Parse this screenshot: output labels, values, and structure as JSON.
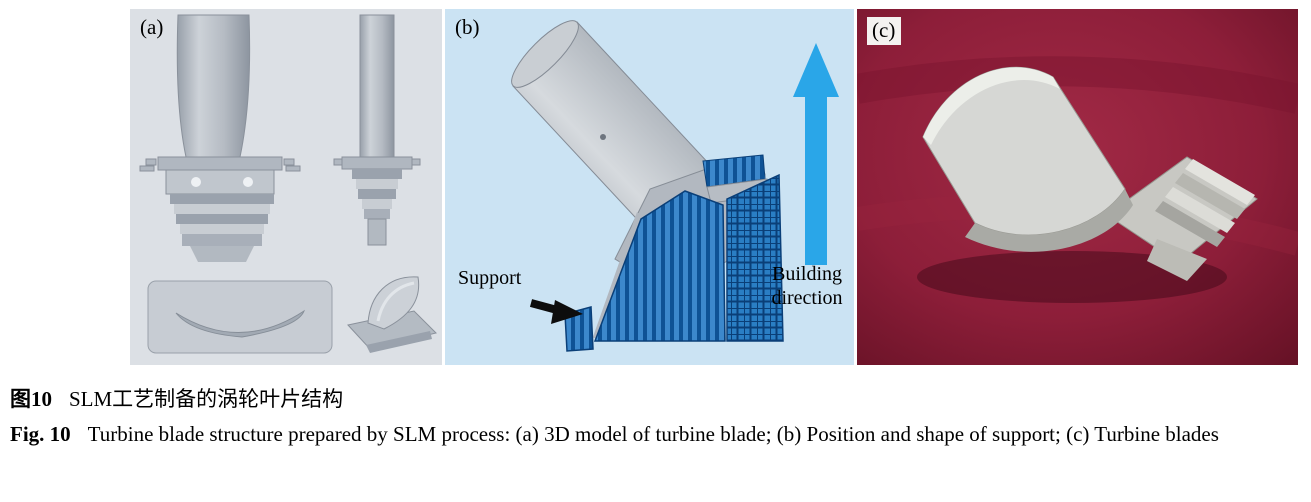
{
  "figure": {
    "panels": {
      "a": {
        "label": "(a)"
      },
      "b": {
        "label": "(b)",
        "support_label": "Support",
        "building_direction_label": "Building direction"
      },
      "c": {
        "label": "(c)"
      }
    },
    "caption_cn": {
      "tag": "图10",
      "text": "SLM工艺制备的涡轮叶片结构"
    },
    "caption_en": {
      "tag": "Fig. 10",
      "text": "Turbine blade structure prepared by SLM process: (a) 3D model of turbine blade; (b) Position and shape of support; (c) Turbine blades"
    }
  },
  "colors": {
    "panel_a_bg": "#dce0e5",
    "panel_b_bg": "#cbe3f3",
    "panel_c_bg": "#8d1e39",
    "support_blue": "#0e5295",
    "arrow_blue": "#2aa6e8",
    "model_gray": "#b2b8c0"
  }
}
